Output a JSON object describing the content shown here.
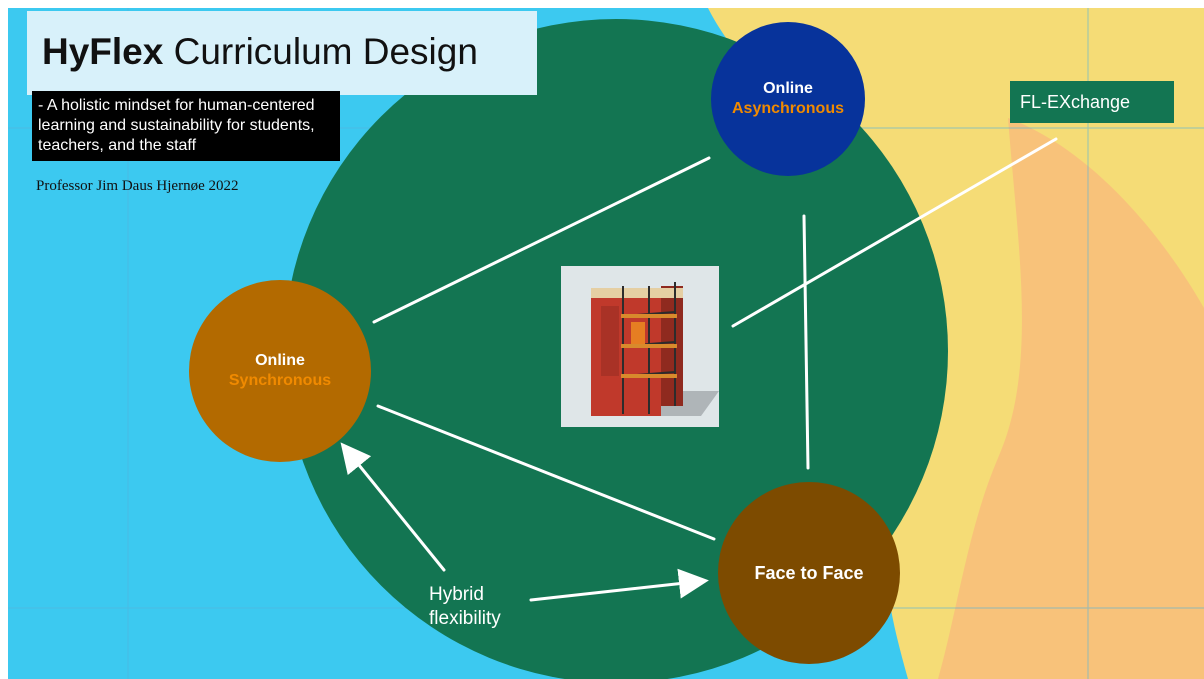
{
  "title": {
    "bold": "HyFlex",
    "rest": " Curriculum Design"
  },
  "subtitle": "- A holistic mindset for human-centered learning and sustainability for students, teachers, and the staff",
  "author": "Professor Jim Daus Hjernøe 2022",
  "nodes": {
    "async": {
      "line1": "Online",
      "line2": "Asynchronous"
    },
    "sync": {
      "line1": "Online",
      "line2": "Synchronous"
    },
    "f2f": {
      "line1": "Face to Face"
    }
  },
  "fl_exchange": "FL-EXchange",
  "hybrid": {
    "line1": "Hybrid",
    "line2": "flexibility"
  },
  "picture_icon": "book-scaffolding-illustration",
  "colors": {
    "sea": "#2fc6ef",
    "land": "#f6e07a",
    "circle": "#137552",
    "async_node": "#07339b",
    "sync_node": "#b36a00",
    "f2f_node": "#7d4b00",
    "accent_text": "#f08a00"
  }
}
